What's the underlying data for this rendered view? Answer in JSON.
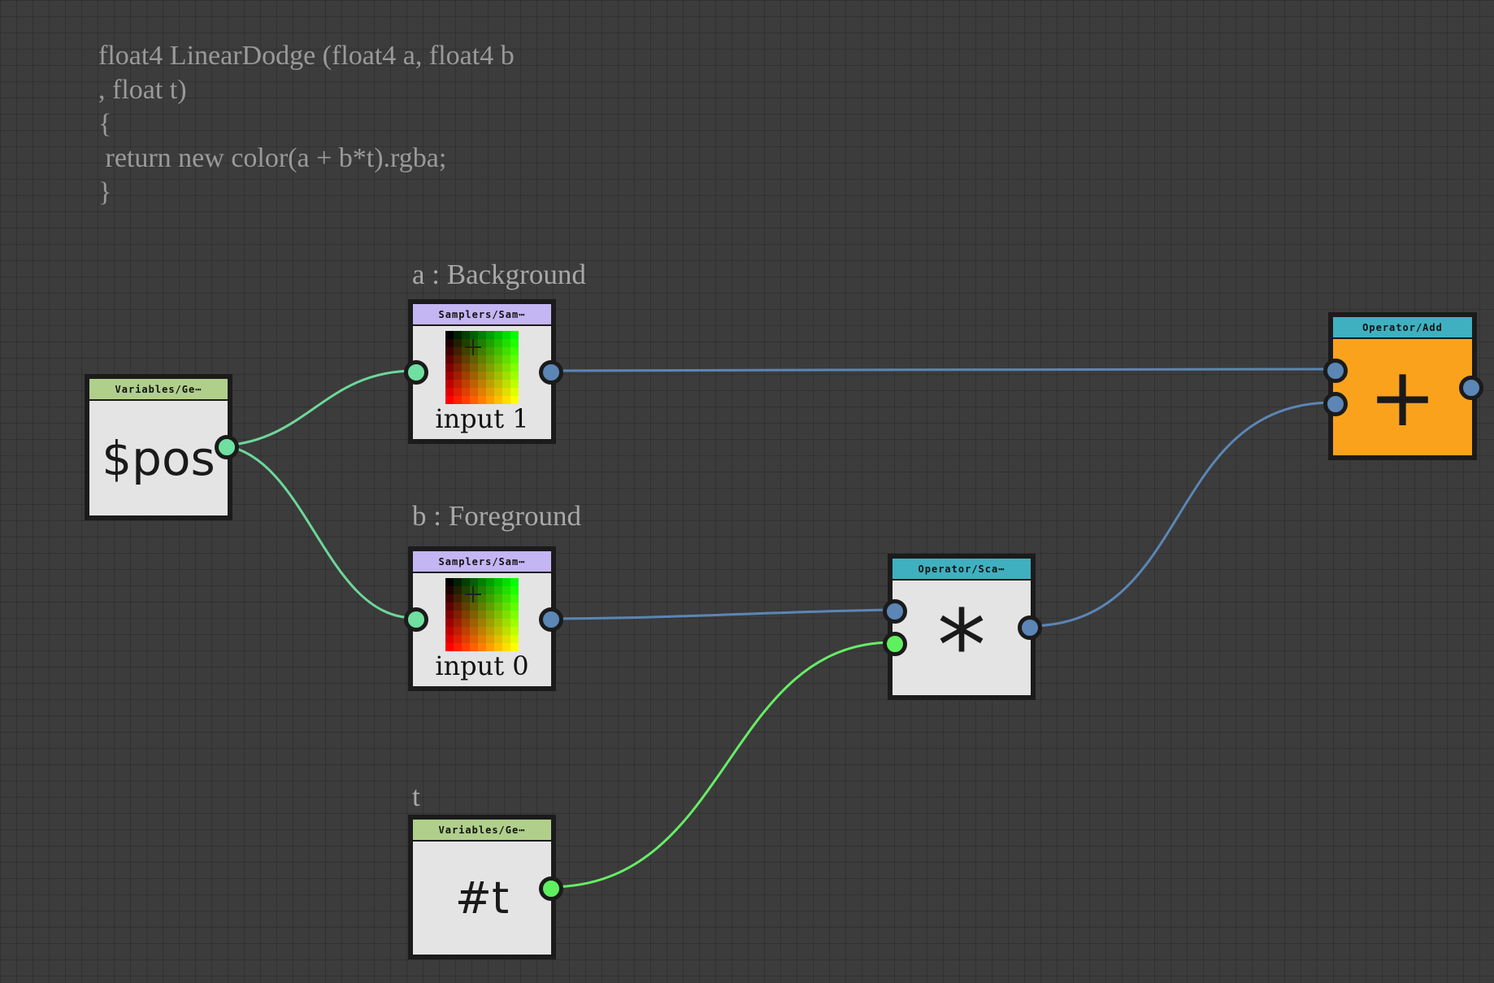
{
  "code": {
    "lines": [
      "float4 LinearDodge (float4 a, float4 b",
      ", float t)",
      "{",
      " return new color(a + b*t).rgba;",
      "}"
    ]
  },
  "groups": {
    "a_label": "a : Background",
    "b_label": "b : Foreground",
    "t_label": "t"
  },
  "nodes": {
    "pos": {
      "header": "Variables/Ge⋯",
      "text": "$pos"
    },
    "sampler_a": {
      "header": "Samplers/Sam⋯",
      "caption": "input 1"
    },
    "sampler_b": {
      "header": "Samplers/Sam⋯",
      "caption": "input 0"
    },
    "t_var": {
      "header": "Variables/Ge⋯",
      "text": "#t"
    },
    "scale": {
      "header": "Operator/Sca⋯",
      "symbol": "*"
    },
    "add": {
      "header": "Operator/Add",
      "symbol": "+"
    }
  },
  "colors": {
    "canvas_bg": "#3c3c3c",
    "node_bg": "#e4e4e4",
    "header_variables": "#b0cf8b",
    "header_samplers": "#c4b5f3",
    "header_operator": "#3fb0c0",
    "add_node_bg": "#faa21c",
    "port_mint": "#6fe0a0",
    "port_green": "#5ff05f",
    "port_blue": "#5b86b6",
    "wire_mint": "#6ed79a",
    "wire_green": "#66ee66",
    "wire_blue": "#5b86b6"
  }
}
